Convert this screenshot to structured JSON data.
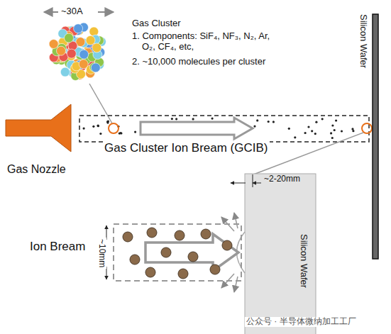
{
  "diagram": {
    "labels": [
      "~30A",
      "Gas Cluster",
      "1. Components: SiF₄, NF₃, N₂, Ar, O₂, CF₄, etc,",
      "2. ~10,000 molecules per cluster",
      "Silicon Wafer",
      "Gas Nozzle",
      "Gas Cluster Ion Bream (GCIB)",
      "~2-20mm",
      "Ion Bream",
      "~10mm",
      "Silicon Wafer",
      "公众号 · 半导体微纳加工工厂"
    ]
  }
}
